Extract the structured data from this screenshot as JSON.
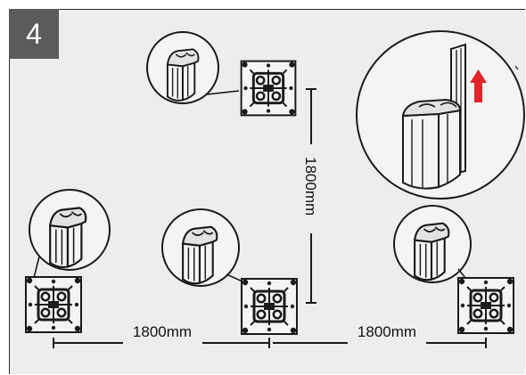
{
  "step": {
    "number": "4"
  },
  "dimensions": {
    "horizontal_left": "1800mm",
    "horizontal_right": "1800mm",
    "vertical": "1800mm"
  },
  "colors": {
    "background": "#eeedeb",
    "badge": "#5b5b5b",
    "line": "#1a1a1a",
    "arrow": "#e0262b"
  },
  "icons": [
    "post-base-plate-icon",
    "post-profile-detail-icon",
    "insert-direction-arrow-icon"
  ]
}
